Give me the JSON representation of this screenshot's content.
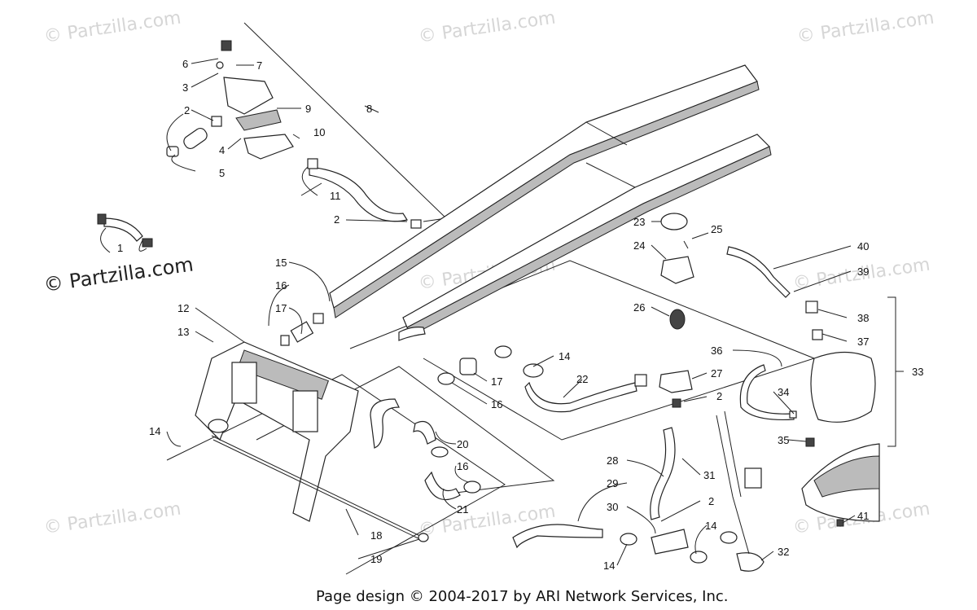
{
  "watermark": {
    "text": "© Partzilla.com",
    "main_text": "© Partzilla.com"
  },
  "footer": {
    "credit": "Page design © 2004-2017 by ARI Network Services, Inc."
  },
  "callouts": [
    "1",
    "2",
    "3",
    "4",
    "5",
    "6",
    "7",
    "8",
    "9",
    "10",
    "11",
    "12",
    "13",
    "14",
    "15",
    "16",
    "17",
    "18",
    "19",
    "20",
    "21",
    "22",
    "23",
    "24",
    "25",
    "26",
    "27",
    "28",
    "29",
    "30",
    "31",
    "32",
    "33",
    "34",
    "35",
    "36",
    "37",
    "38",
    "39",
    "40",
    "41"
  ]
}
